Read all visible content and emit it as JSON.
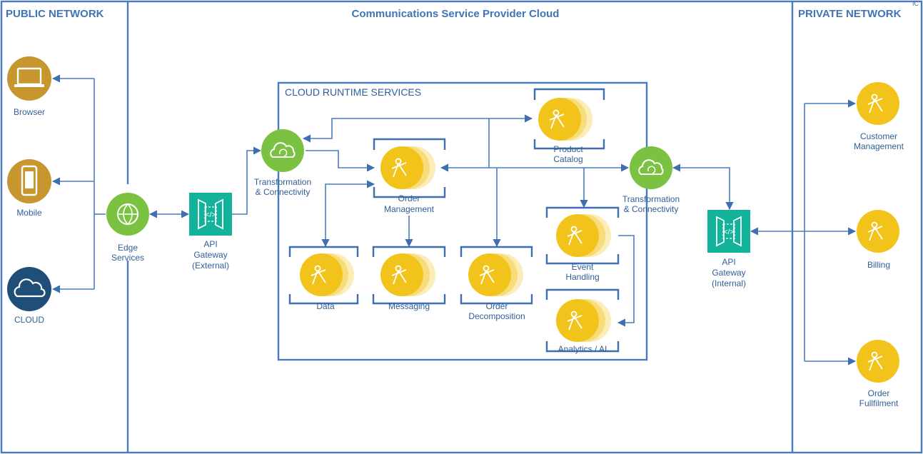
{
  "zones": {
    "public": "PUBLIC NETWORK",
    "csp": "Communications Service Provider Cloud",
    "private": "PRIVATE NETWORK",
    "corner": "IC"
  },
  "runtime": {
    "title": "CLOUD RUNTIME SERVICES"
  },
  "clients": {
    "browser": "Browser",
    "mobile": "Mobile",
    "cloud": "CLOUD"
  },
  "edge": [
    "Edge",
    "Services"
  ],
  "gateway_external": [
    "API",
    "Gateway",
    "(External)"
  ],
  "transform_left": [
    "Transformation",
    "& Connectivity"
  ],
  "transform_right": [
    "Transformation",
    "& Connectivity"
  ],
  "gateway_internal": [
    "API",
    "Gateway",
    "(Internal)"
  ],
  "services": {
    "product_catalog": [
      "Product",
      "Catalog"
    ],
    "order_management": [
      "Order",
      "Management"
    ],
    "data": [
      "Data"
    ],
    "messaging": [
      "Messaging"
    ],
    "order_decomposition": [
      "Order",
      "Decomposition"
    ],
    "event_handling": [
      "Event",
      "Handling"
    ],
    "analytics": [
      "Analytics / AI"
    ]
  },
  "private_systems": {
    "customer_management": [
      "Customer",
      "Management"
    ],
    "billing": [
      "Billing"
    ],
    "order_fulfilment": [
      "Order",
      "Fullfilment"
    ]
  },
  "colors": {
    "border": "#4a7bc0",
    "title": "#3f74b5",
    "client_gold": "#c8962e",
    "cloud_navy": "#1f4e79",
    "green": "#7cc242",
    "teal": "#12b39a",
    "yellow": "#f2c41b"
  }
}
